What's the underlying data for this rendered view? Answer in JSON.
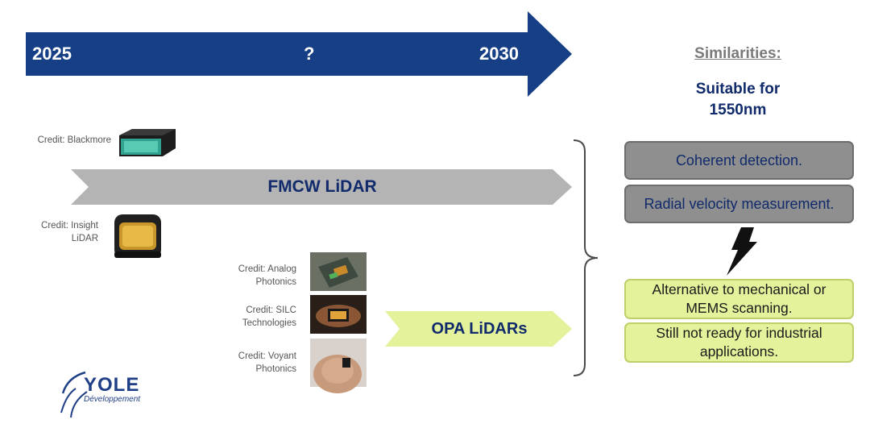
{
  "timeline": {
    "start_label": "2025",
    "middle_label": "?",
    "end_label": "2030",
    "color": "#173f86"
  },
  "fmcw": {
    "label": "FMCW LiDAR",
    "credit_top": "Credit: Blackmore",
    "credit_bottom_line1": "Credit: Insight",
    "credit_bottom_line2": "LiDAR"
  },
  "opa": {
    "label": "OPA LiDARs",
    "credits": [
      {
        "line1": "Credit: Analog",
        "line2": "Photonics"
      },
      {
        "line1": "Credit: SILC",
        "line2": "Technologies"
      },
      {
        "line1": "Credit: Voyant",
        "line2": "Photonics"
      }
    ]
  },
  "similarities": {
    "heading": "Similarities:",
    "subheading_line1": "Suitable for",
    "subheading_line2": "1550nm",
    "items": [
      "Coherent detection.",
      "Radial velocity measurement."
    ]
  },
  "differences": {
    "items": [
      {
        "line1": "Alternative to mechanical or",
        "line2": "MEMS scanning."
      },
      {
        "line1": "Still not ready for industrial",
        "line2": "applications."
      }
    ]
  },
  "logo": {
    "name": "YOLE",
    "subtitle": "Développement"
  },
  "colors": {
    "navy": "#173f86",
    "grey_arrow": "#b4b4b4",
    "grey_box": "#8f8f8f",
    "green": "#e3f29b",
    "text_navy": "#102a6b"
  }
}
